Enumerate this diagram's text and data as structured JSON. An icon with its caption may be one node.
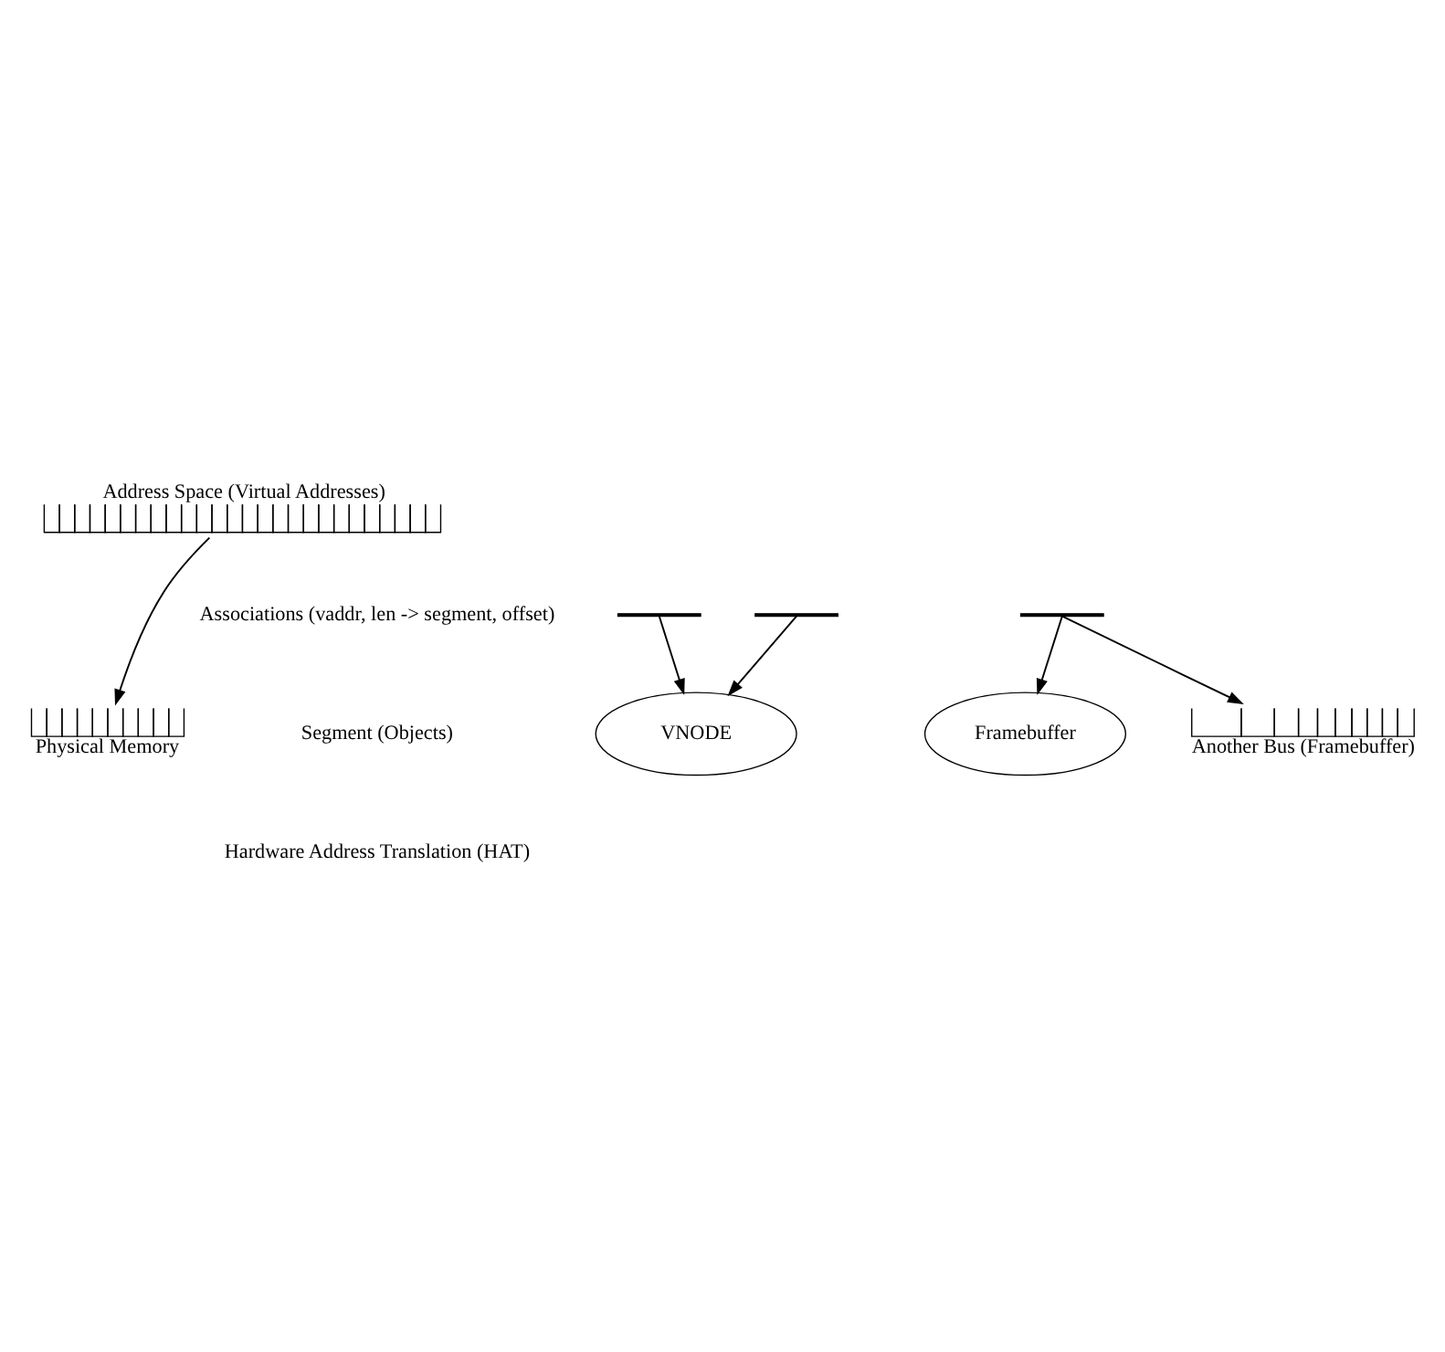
{
  "diagram": {
    "nodes": [
      {
        "text": [
          "Address Space (Virtual Addresses)"
        ]
      },
      {
        "text": [],
        "shape": "bar"
      },
      {
        "text": [],
        "shape": "bar"
      },
      {
        "text": [],
        "shape": "bar"
      },
      {
        "text": [
          "VNODE"
        ]
      },
      {
        "text": [
          "Framebuffer"
        ]
      },
      {
        "text": [
          "Physical Memory"
        ]
      },
      {
        "text": [
          "Another Bus (Framebuffer)"
        ]
      }
    ],
    "edges": [
      {
        "from": 0,
        "to": 6,
        "arrow": "to"
      },
      {
        "from": 1,
        "to": 4,
        "arrow": "to"
      },
      {
        "from": 2,
        "to": 4,
        "arrow": "to"
      },
      {
        "from": 3,
        "to": 5,
        "arrow": "to"
      },
      {
        "from": 3,
        "to": 7,
        "arrow": "to"
      }
    ],
    "labels": [
      "Associations (vaddr, len -> segment, offset)",
      "Segment (Objects)",
      "Hardware Address Translation (HAT)"
    ]
  }
}
